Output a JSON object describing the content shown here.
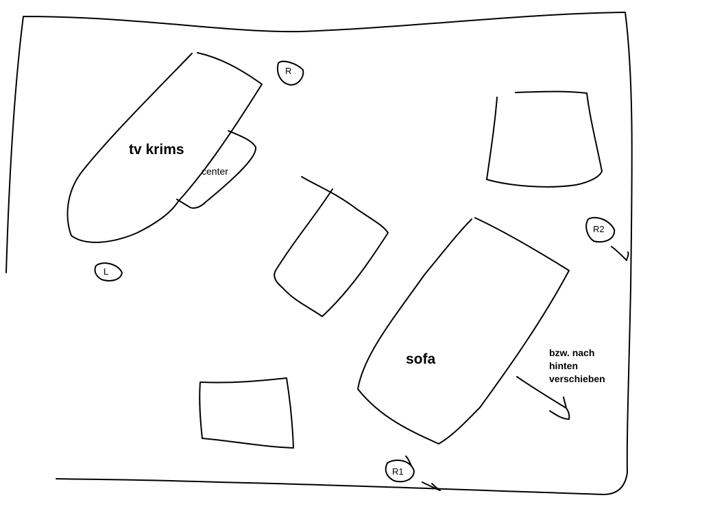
{
  "labels": {
    "tv": "tv krims",
    "center": "center",
    "sofa": "sofa",
    "note_lines": [
      "bzw. nach",
      "hinten",
      "verschieben"
    ]
  },
  "speaker_markers": {
    "r": "R",
    "l": "L",
    "r1": "R1",
    "r2": "R2"
  },
  "colors": {
    "ink": "#000000",
    "paper": "#ffffff"
  }
}
